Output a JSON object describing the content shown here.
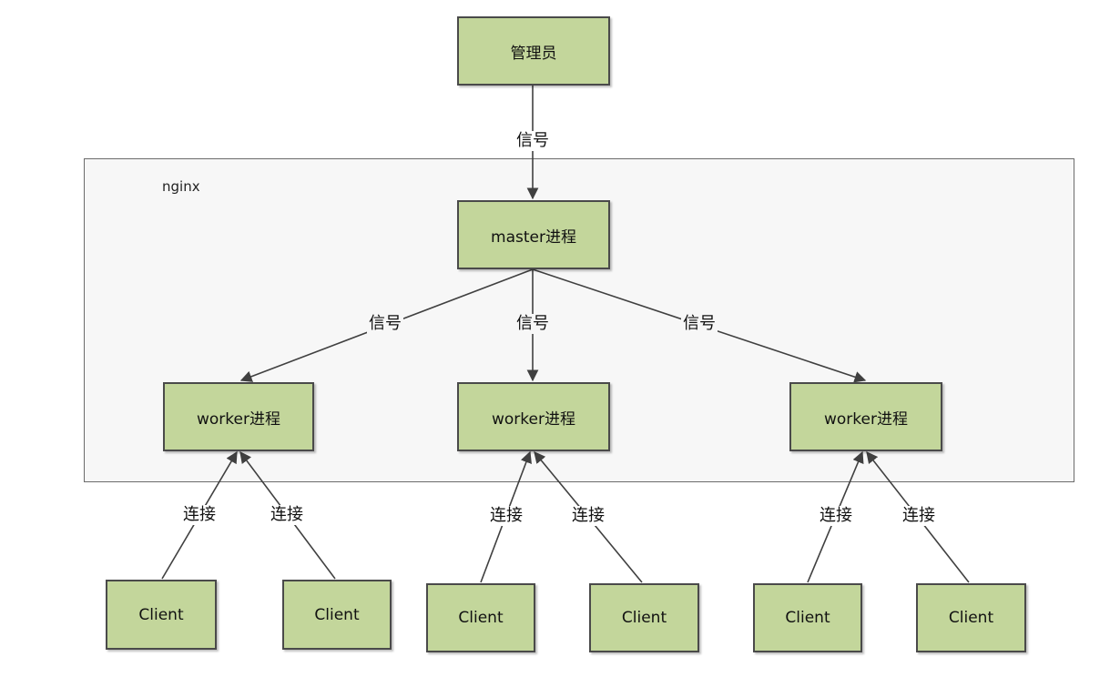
{
  "container": {
    "label": "nginx"
  },
  "nodes": {
    "admin": "管理员",
    "master": "master进程",
    "worker_1": "worker进程",
    "worker_2": "worker进程",
    "worker_3": "worker进程",
    "client_1": "Client",
    "client_2": "Client",
    "client_3": "Client",
    "client_4": "Client",
    "client_5": "Client",
    "client_6": "Client"
  },
  "edges": {
    "admin_master": "信号",
    "master_worker_1": "信号",
    "master_worker_2": "信号",
    "master_worker_3": "信号",
    "client_1_worker_1": "连接",
    "client_2_worker_1": "连接",
    "client_3_worker_2": "连接",
    "client_4_worker_2": "连接",
    "client_5_worker_3": "连接",
    "client_6_worker_3": "连接"
  },
  "colors": {
    "node_fill": "#c3d69b",
    "container_fill": "#f7f7f7",
    "line": "#404040"
  }
}
